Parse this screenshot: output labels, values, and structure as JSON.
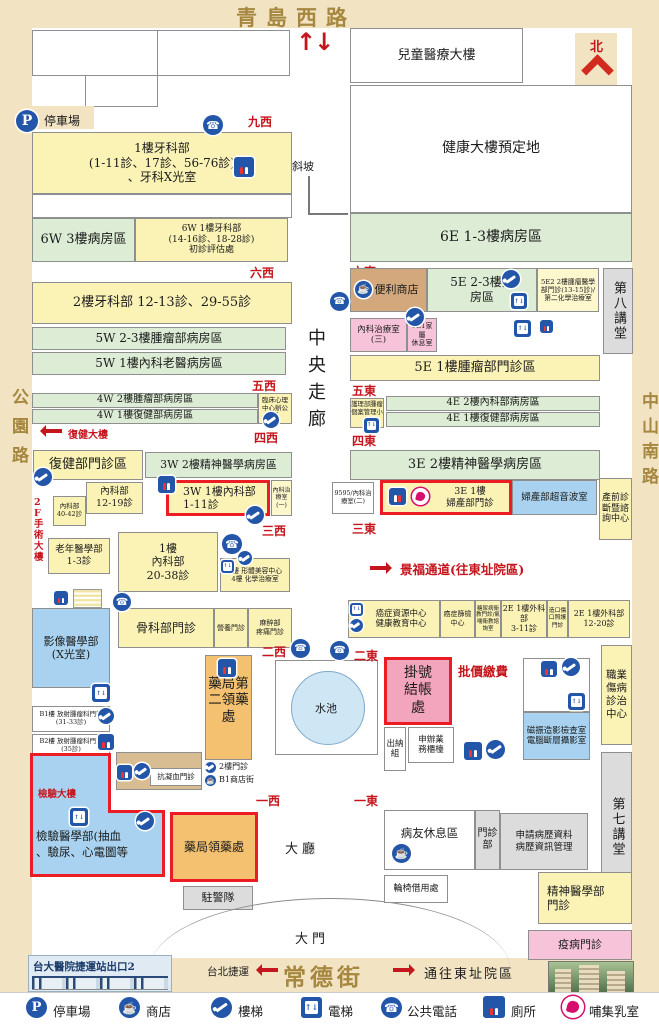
{
  "roads": {
    "top": "青島西路",
    "left": "公園路",
    "right": "中山南路",
    "bottom": "常德街"
  },
  "compass": {
    "label": "北"
  },
  "corridor": "中央走廊",
  "m": {
    "nine_w": "九西",
    "six_w": "六西",
    "five_w": "五西",
    "four_w": "四西",
    "three_w": "三西",
    "two_w": "二西",
    "one_w": "一西",
    "six_e": "六東",
    "five_e": "五東",
    "four_e": "四東",
    "three_e": "三東",
    "two_e": "二東",
    "one_e": "一東"
  },
  "t": {
    "parking": "停車場",
    "slope": "斜坡",
    "children": "兒童醫療大樓",
    "health": "健康大樓預定地",
    "dental1": "1樓牙科部\n(1-11診、17診、56-76診)\n、牙科X光室",
    "w6_3f": "6W 3樓病房區",
    "w6_dental": "6W 1樓牙科部\n(14-16診、18-28診)\n初診評估處",
    "e6": "6E 1-3樓病房區",
    "dental2": "2樓牙科部 12-13診、29-55診",
    "w5_23": "5W 2-3樓腫瘤部病房區",
    "w5_1": "5W 1樓內科老醫病房區",
    "w4_2": "4W 2樓腫瘤部病房區",
    "w4_1": "4W 1樓復健部病房區",
    "clinpsy": "臨床心理中心辦公室",
    "rehab_arrow": "復健大樓",
    "store": "便利商店",
    "e5_23": "5E 2-3樓病\n房區",
    "e5_2": "5E2 2樓腫瘤醫學部門診(13-15診)/第二化學治療室",
    "hall8": "第八講堂",
    "med_tx3": "內科治療室\n(三)",
    "e6_1fam": "6E1家屬\n休息室",
    "e5_1": "5E 1樓腫瘤部門診區",
    "nurse": "護理部腫瘤個案管理小組",
    "e4_2": "4E 2樓內科部病房區",
    "e4_1": "4E 1樓復健部病房區",
    "rehab_clinic": "復健部門診區",
    "w3_2": "3W 2樓精神醫學病房區",
    "med_1219": "內科部\n12-19診",
    "med_4042": "內科部\n40-42診",
    "surgery2f": "2F手術大樓",
    "geriatrics": "老年醫學部\n1-3診",
    "w3_1": "3W 1樓內科部\n1-11診",
    "med_tx1": "內科治療室(一)",
    "e3_2": "3E 2樓精神醫學病房區",
    "box9595": "9595/內科治療室(二)",
    "e3_1": "3E 1樓\n婦產部門診",
    "ultrasound": "婦產部超音波室",
    "prenatal": "產前診斷暨諮詢中心",
    "jingfu": "景福通道(往東址院區)",
    "med_2038": "1樓\n內科部\n20-38診",
    "beauty": "2樓 形體美容中心\n4樓 化學治療室",
    "ortho": "骨科部門診",
    "nutrition": "營養門診",
    "anesthesia": "麻醉部\n疼痛門診",
    "imaging": "影像醫學部\n(X光室)",
    "b1rad": "B1樓 放射腫瘤科門診\n(31-33診)",
    "b2rad": "B2樓 放射腫瘤科門診\n(35診)",
    "cancer_resource": "癌症資源中心\n健康教育中心",
    "cancer_screen": "癌症篩檢中心",
    "diabetes": "糖尿病衛教門診/氣喘衛教諮詢室",
    "e2_311": "2E 1樓外科部\n3-11診",
    "stoma": "造口傷口照護門診",
    "e2_1220": "2E 1樓外科部\n12-20診",
    "occu": "職業傷病診治中心",
    "hall7": "第七講堂",
    "registration": "掛號\n結帳\n處",
    "pay": "批價繳費",
    "cashier": "出納組",
    "service": "申辦業\n務櫃檯",
    "mri": "磁振造影檢查室\n電腦斷層攝影室",
    "pharmacy2": "藥局第二領藥處",
    "pond": "水池",
    "floor2clinic": "2樓門診",
    "b1mall": "B1商店街",
    "anticoag": "抗凝血門診",
    "lab_bldg": "檢驗大樓",
    "lab": "檢驗醫學部(抽血\n、驗尿、心電圖等",
    "pharmacy": "藥局領藥處",
    "police": "駐警隊",
    "lobby": "大廳",
    "gate": "大門",
    "rest": "病友休息區",
    "outpatient": "門診部",
    "records": "申請病歷資料\n病歷資訊管理",
    "wheelchair": "輪椅借用處",
    "psychiatry": "精神醫學部\n門診",
    "epidemic": "疫病門診",
    "mrt_exit": "台大醫院捷運站出口2",
    "mrt": "台北捷運",
    "east_campus": "通往東址院區"
  },
  "legend": {
    "items": [
      {
        "icon": "parking-icon",
        "label": "停車場"
      },
      {
        "icon": "shop-icon",
        "label": "商店"
      },
      {
        "icon": "stairs-icon",
        "label": "樓梯"
      },
      {
        "icon": "elevator-icon",
        "label": "電梯"
      },
      {
        "icon": "phone-icon",
        "label": "公共電話"
      },
      {
        "icon": "toilet-icon",
        "label": "廁所"
      },
      {
        "icon": "nursing-icon",
        "label": "哺集乳室"
      }
    ]
  },
  "colors": {
    "highlight_border": "#ec1c24",
    "icon_blue": "#2356a8",
    "road_text": "#a5873f",
    "marker_red": "#c5161d"
  }
}
